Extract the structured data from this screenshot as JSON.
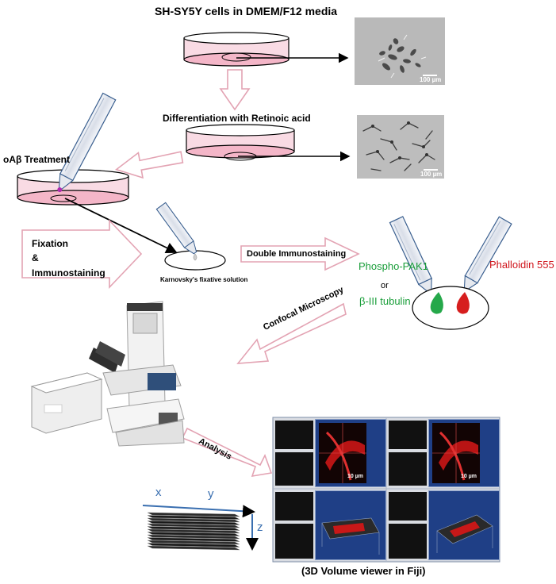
{
  "labels": {
    "cells_media": "SH-SY5Y cells in DMEM/F12 media",
    "differentiation": "Differentiation with Retinoic acid",
    "oab_treatment": "oAβ Treatment",
    "fixation": "Fixation",
    "ampersand": "&",
    "immunostaining": "Immunostaining",
    "karnovsky": "Karnovsky's fixative solution",
    "double_immunostaining": "Double Immunostaining",
    "phospho_pak1": "Phospho-PAK1",
    "or": "or",
    "beta_tubulin": "β-III tubulin",
    "phalloidin": "Phalloidin 555",
    "confocal": "Confocal Microscopy",
    "analysis": "Analysis",
    "volume_viewer": "(3D Volume viewer in Fiji)"
  },
  "scale_bars": {
    "micro_top": "100 µm",
    "micro_bottom": "100 µm",
    "panel_left": "10 µm",
    "panel_right": "10 µm"
  },
  "stack_axes": {
    "x": "x",
    "y": "y",
    "z": "z"
  },
  "colors": {
    "dish_fill": "#f4b6c8",
    "arrow_outline": "#e3a3b3",
    "green_text": "#1a9e3a",
    "red_text": "#d0141b",
    "panel_blue": "#1f3f86",
    "axis_blue": "#3a6fb0"
  },
  "icons": {
    "pipette": "pipette-icon",
    "microscope": "confocal-microscope-icon",
    "petri_dish": "petri-dish-icon"
  }
}
